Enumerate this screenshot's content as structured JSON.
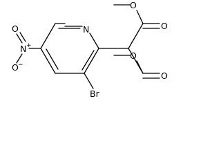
{
  "structure": {
    "atoms": {
      "ring_nitrogen": "N",
      "bromine": "Br",
      "nitro_nitrogen": "N",
      "nitro_nitrogen_charge": "+",
      "nitro_oxygen_top": "O",
      "nitro_oxygen_bottom": "O",
      "nitro_oxygen_charge": "−",
      "ester_top_carbonyl_o": "O",
      "ester_top_ether_o": "O",
      "ester_bottom_carbonyl_o": "O",
      "ester_bottom_ether_o": "O"
    },
    "colors": {
      "line": "#000000",
      "background": "#ffffff"
    }
  }
}
